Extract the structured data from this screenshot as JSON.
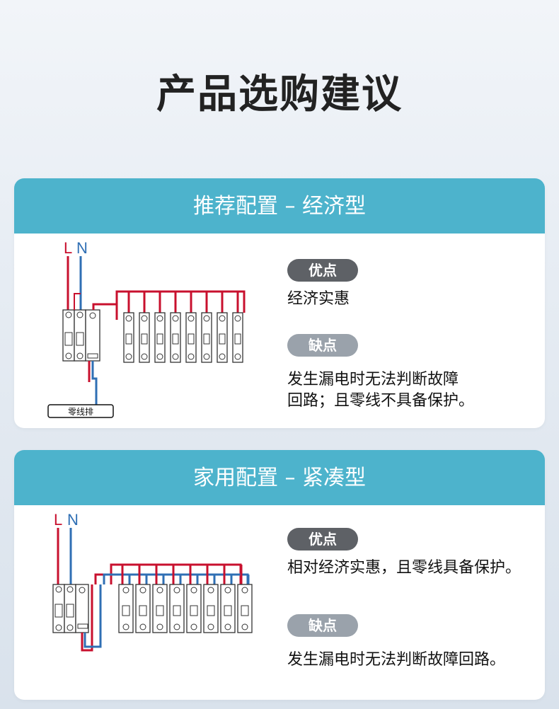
{
  "title": "产品选购建议",
  "cards": [
    {
      "header": "推荐配置 – 经济型",
      "diagram": {
        "l_label": "L",
        "n_label": "N",
        "busbar_label": "零线排"
      },
      "pros_label": "优点",
      "pros_text": "经济实惠",
      "cons_label": "缺点",
      "cons_lines": [
        "发生漏电时无法判断故障",
        "回路；且零线不具备保护。"
      ]
    },
    {
      "header": "家用配置 – 紧凑型",
      "diagram": {
        "l_label": "L",
        "n_label": "N"
      },
      "pros_label": "优点",
      "pros_text": "相对经济实惠，且零线具备保护。",
      "cons_label": "缺点",
      "cons_text": "发生漏电时无法判断故障回路。"
    }
  ],
  "colors": {
    "header_bg": "#4db3cc",
    "live_wire": "#c8102e",
    "neutral_wire": "#2f6fb4"
  }
}
